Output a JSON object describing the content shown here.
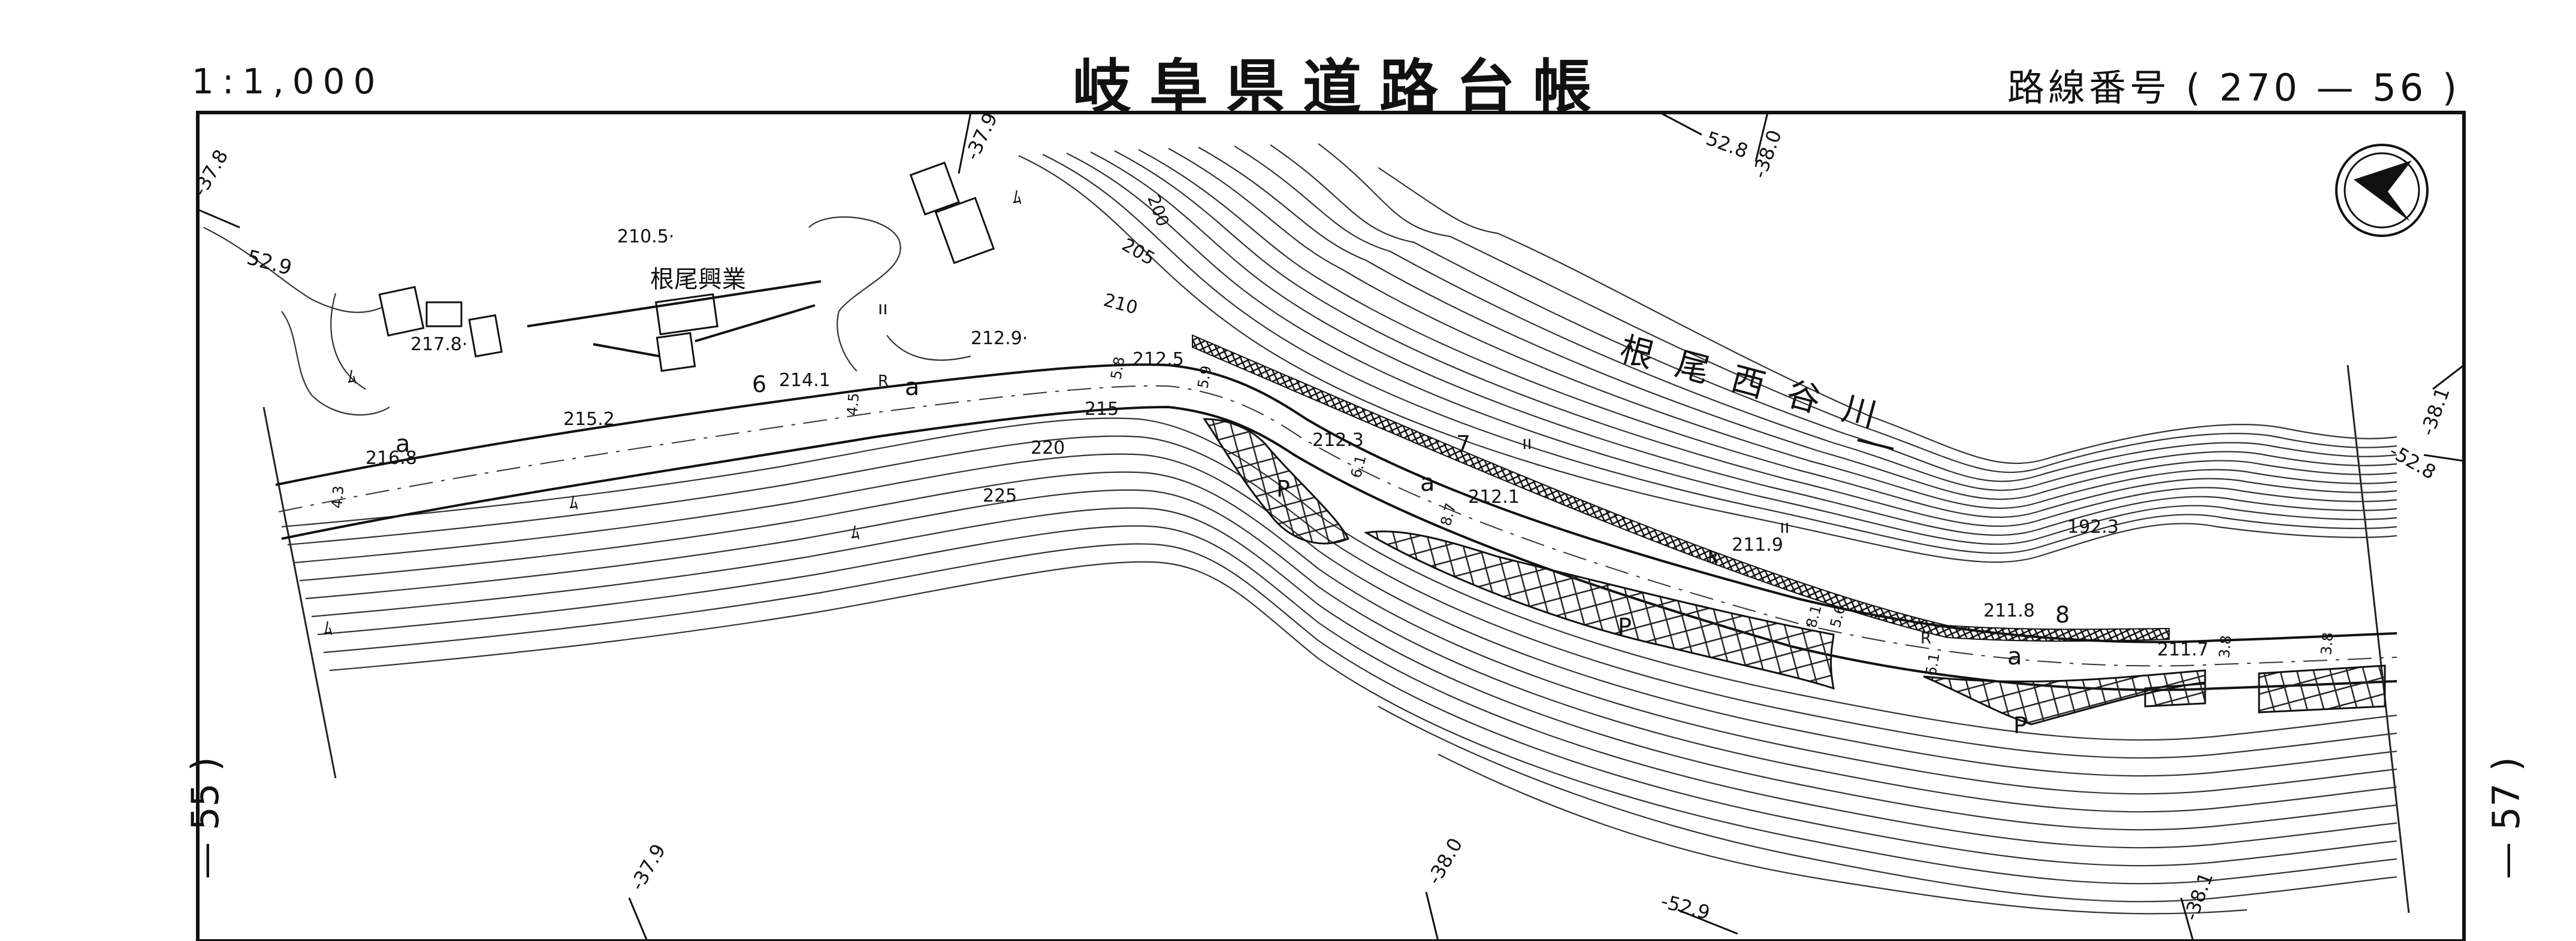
{
  "header": {
    "scale": "1:1,000",
    "title": "岐阜県道路台帳",
    "route_label": "路線番号",
    "route_value": "( 270 — 56 )"
  },
  "margins": {
    "left_sheet": "— 55 )",
    "right_sheet": "— 57 )"
  },
  "map_labels": {
    "river": "根尾西谷川",
    "company": "根尾興業",
    "spot_2105": "210.5·",
    "spot_2178": "217.8·",
    "spot_2168": "216.8",
    "spot_2152": "215.2",
    "spot_2141": "214.1",
    "spot_2129": "212.9·",
    "spot_2125": "212.5",
    "spot_2123": "212.3",
    "spot_2121": "212.1",
    "spot_2119": "211.9",
    "spot_2118": "211.8",
    "spot_2117": "211.7",
    "spot_1923": "192.3",
    "contour_200": "200",
    "contour_205": "205",
    "contour_210": "210",
    "contour_215": "215",
    "contour_220": "220",
    "contour_225": "225",
    "grid_378a": "-37.8",
    "grid_529a": "52.9",
    "grid_379a": "-37.9",
    "grid_528a": "52.8",
    "grid_380a": "-38.0",
    "grid_381a": "-38.1",
    "grid_528b": "-52.8",
    "grid_379b": "-37.9",
    "grid_380b": "-38.0",
    "grid_529b": "-52.9",
    "grid_381b": "-38.1",
    "a1": "a",
    "a2": "a",
    "a3": "a",
    "a4": "a",
    "p1": "P",
    "p2": "P",
    "p3": "P",
    "r1": "R",
    "r2": "R",
    "r3": "R",
    "n6": "6",
    "n7": "7",
    "n8": "8",
    "w43": "4.3",
    "w45": "4.5",
    "w58": "5.8",
    "w59": "5.9",
    "w61": "6.1",
    "w81": "8.1",
    "w87": "8.7",
    "w56": "5.6",
    "w61b": "6.1",
    "w38": "3.8",
    "w38b": "3.8"
  }
}
